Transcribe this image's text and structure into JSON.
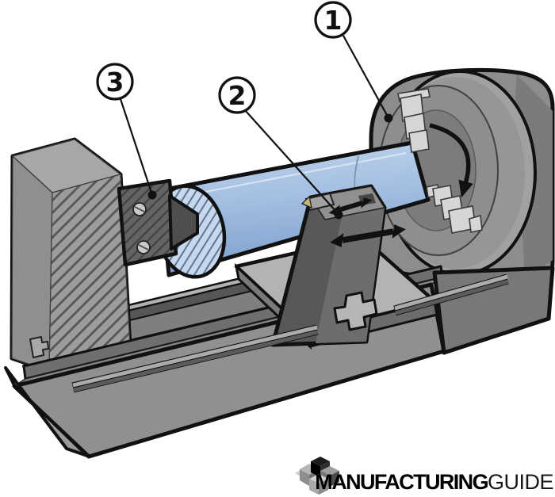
{
  "diagram": {
    "type": "technical-illustration",
    "subject": "lathe-turning-machine",
    "background": "#ffffff",
    "callouts": [
      {
        "label": "1",
        "points_to": "chuck-workpiece-holder"
      },
      {
        "label": "2",
        "points_to": "cutting-tool-toolpost"
      },
      {
        "label": "3",
        "points_to": "tailstock-center"
      }
    ],
    "colors": {
      "machine_gray": "#8f8f8f",
      "machine_dark": "#585858",
      "jaws_light": "#d6d6d6",
      "workpiece_blue": "#a9c3e4",
      "workpiece_section_blue": "#c5d8ee",
      "tool_tip_tan": "#c9b67c",
      "outline_black": "#111111"
    },
    "logo": {
      "icon": "isometric-cubes-logo-icon",
      "brand_bold": "MANUFACTURING",
      "brand_light": "GUIDE"
    }
  }
}
